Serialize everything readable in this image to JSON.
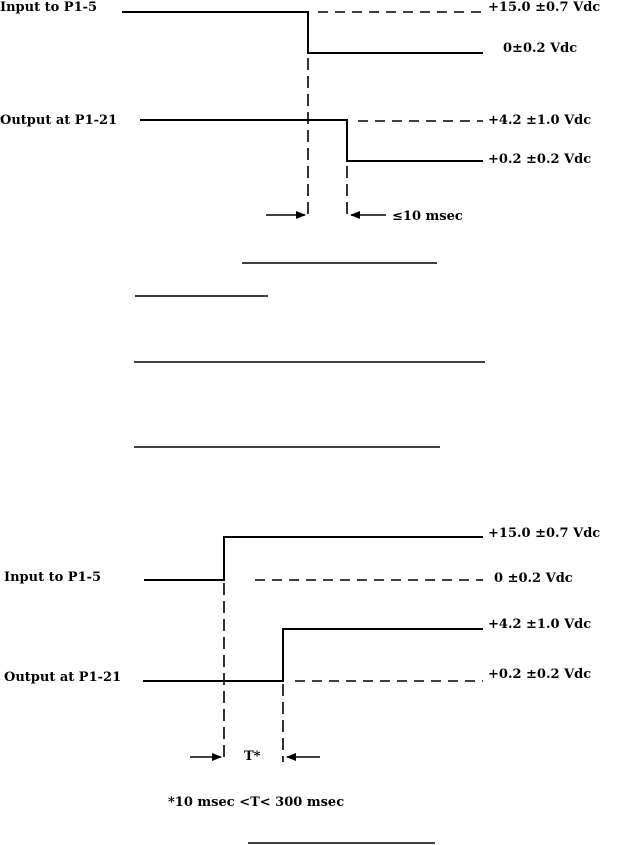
{
  "diagram1": {
    "input_label": "Input to P1-5",
    "output_label": "Output at P1-21",
    "input_high_level": "+15.0 ±0.7 Vdc",
    "input_low_level": "0±0.2 Vdc",
    "output_high_level": "+4.2 ±1.0 Vdc",
    "output_low_level": "+0.2 ±0.2 Vdc",
    "delay_label": "≤10 msec"
  },
  "diagram2": {
    "input_label": "Input to P1-5",
    "output_label": "Output at P1-21",
    "input_high_level": "+15.0 ±0.7 Vdc",
    "input_low_level": "0 ±0.2 Vdc",
    "output_high_level": "+4.2 ±1.0 Vdc",
    "output_low_level": "+0.2 ±0.2 Vdc",
    "delay_label": "T*",
    "footnote": "*10 msec <T< 300 msec"
  }
}
